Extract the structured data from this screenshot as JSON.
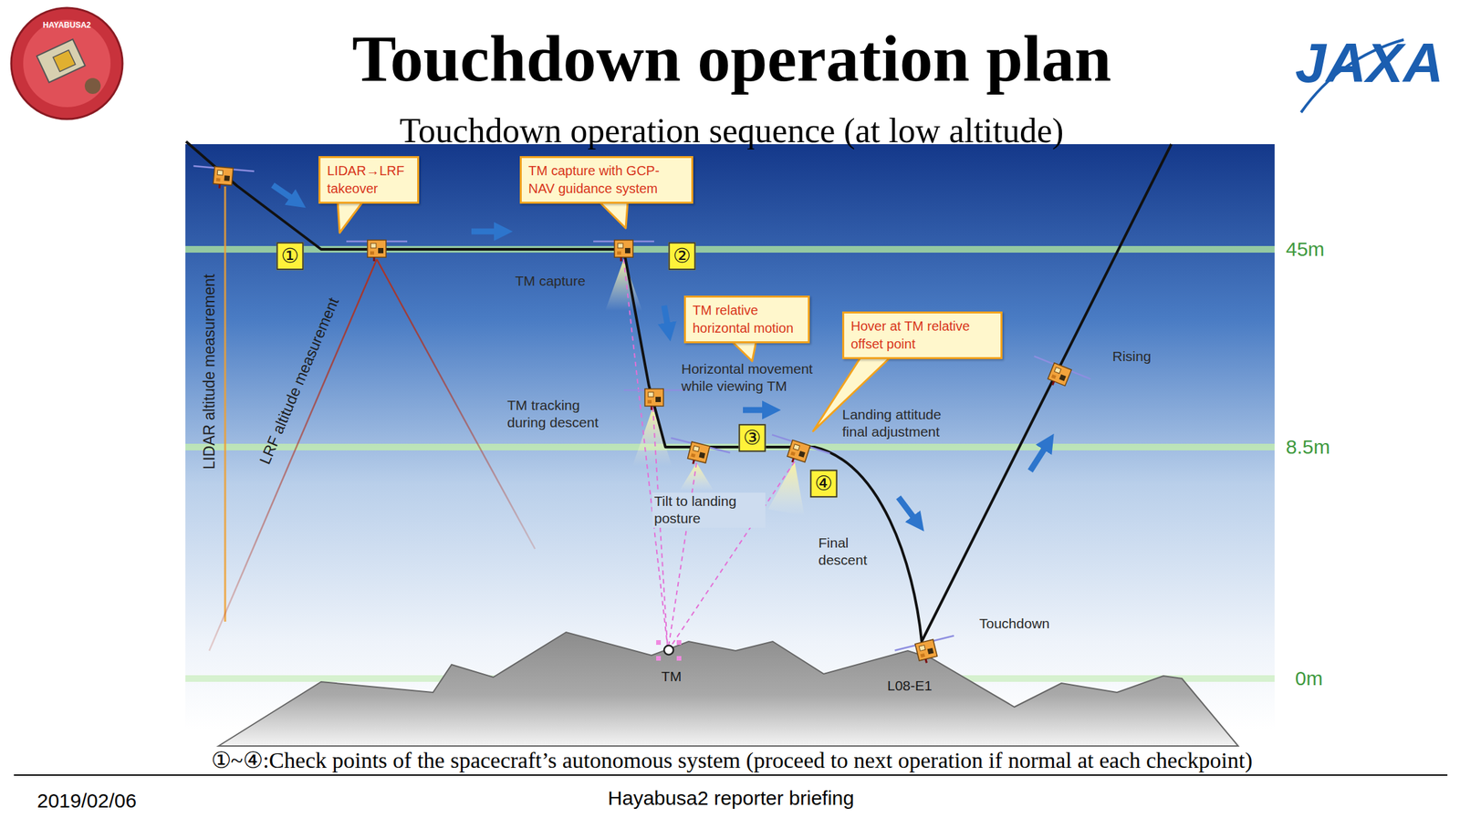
{
  "diagram": {
    "title": "Touchdown operation plan",
    "nodes": [
      {
        "text": [
          "LIDAR→LRF takeover"
        ]
      },
      {
        "text": [
          "TM capture with GCP-NAV guidance system"
        ]
      },
      {
        "text": [
          "TM relative horizontal motion"
        ]
      },
      {
        "text": [
          "Hover at TM relative offset point"
        ]
      }
    ],
    "labels": [
      "Touchdown operation sequence (at low altitude)",
      "HAYABUSA2",
      "JAXA",
      "①",
      "②",
      "TM capture",
      "TM tracking during descent",
      "Horizontal movement while viewing TM",
      "③",
      "Landing attitude final adjustment",
      "④",
      "Tilt to landing posture",
      "Final descent",
      "Rising",
      "Touchdown",
      "TM",
      "L08-E1",
      "LIDAR altitude measurement",
      "LRF altitude measurement",
      "45m",
      "8.5m",
      "0m",
      "①~④:Check points of the spacecraft’s autonomous system (proceed to next operation if normal at each checkpoint)",
      "2019/02/06",
      "Hayabusa2 reporter briefing"
    ]
  }
}
